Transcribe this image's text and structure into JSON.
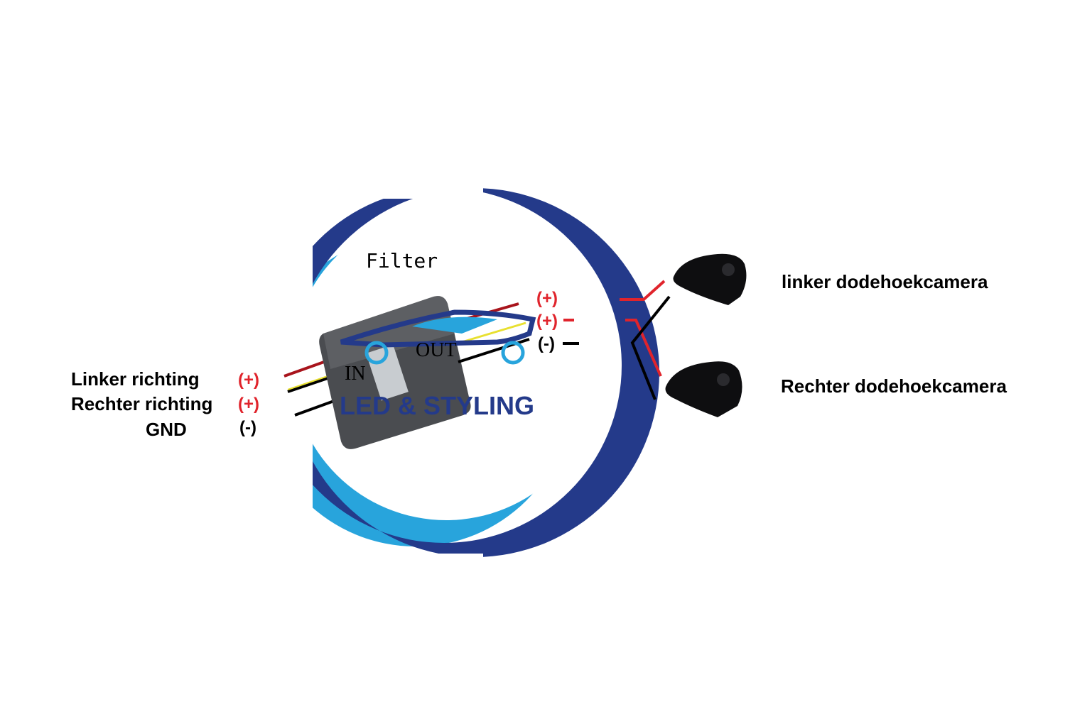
{
  "title": "Filter",
  "box_labels": {
    "in": "IN",
    "out": "OUT"
  },
  "inputs": [
    {
      "label": "Linker richting",
      "polarity": "(+)"
    },
    {
      "label": "Rechter richting",
      "polarity": "(+)"
    },
    {
      "label": "GND",
      "polarity": "(-)"
    }
  ],
  "outputs": [
    {
      "polarity": "(+)"
    },
    {
      "polarity": "(+)"
    },
    {
      "polarity": "(-)"
    }
  ],
  "cameras": [
    {
      "label": "linker dodehoekcamera"
    },
    {
      "label": "Rechter dodehoekcamera"
    }
  ],
  "watermark": "LED & STYLING",
  "colors": {
    "dark_blue": "#243a8a",
    "light_blue": "#28a4dc",
    "wire_red": "#e0242c",
    "wire_black": "#000000",
    "wire_yellow": "#e8e030"
  }
}
